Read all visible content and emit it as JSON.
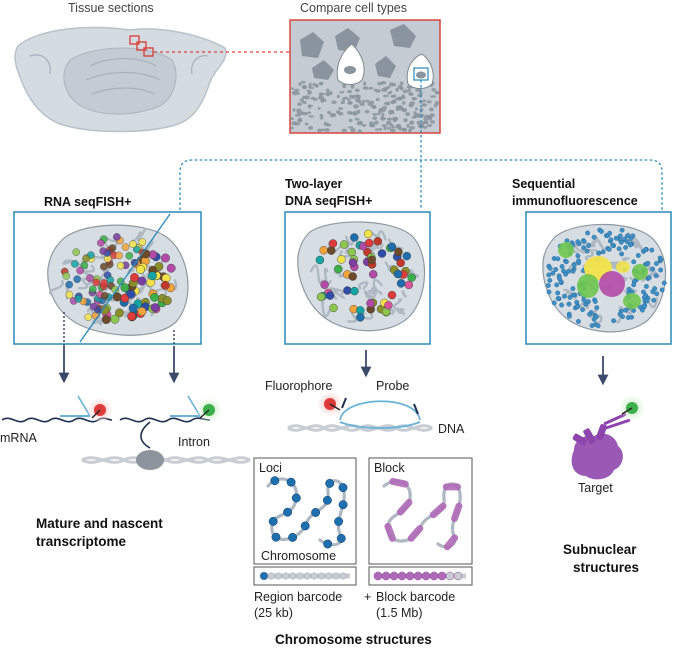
{
  "top": {
    "tissue_sections": "Tissue sections",
    "compare_cell_types": "Compare cell types"
  },
  "panels": {
    "rna": {
      "title_l1": "RNA seqFISH+"
    },
    "dna": {
      "title_l1": "Two-layer",
      "title_l2": "DNA seqFISH+"
    },
    "if": {
      "title_l1": "Sequential",
      "title_l2": "immunofluorescence"
    }
  },
  "rna_detail": {
    "mrna": "mRNA",
    "intron": "Intron",
    "caption_l1": "Mature and nascent",
    "caption_l2": "transcriptome"
  },
  "dna_detail": {
    "fluorophore": "Fluorophore",
    "probe": "Probe",
    "dna": "DNA",
    "loci": "Loci",
    "block": "Block",
    "chromosome": "Chromosome",
    "region_barcode": "Region barcode",
    "region_size": "(25 kb)",
    "plus": "+",
    "block_barcode": "Block barcode",
    "block_size": "(1.5 Mb)",
    "caption": "Chromosome structures"
  },
  "if_detail": {
    "target": "Target",
    "caption_l1": "Subnuclear",
    "caption_l2": "structures"
  },
  "colors": {
    "panel_border": "#2a8ab8",
    "tissue_box": "#d9443f",
    "arrow": "#3b4a6b",
    "nucleus_fill": "#d6dde3",
    "chromatin": "#aeb8c2",
    "ifdot": "#3d8fc6",
    "locus": "#1f6fae",
    "block": "#b06ab8"
  }
}
